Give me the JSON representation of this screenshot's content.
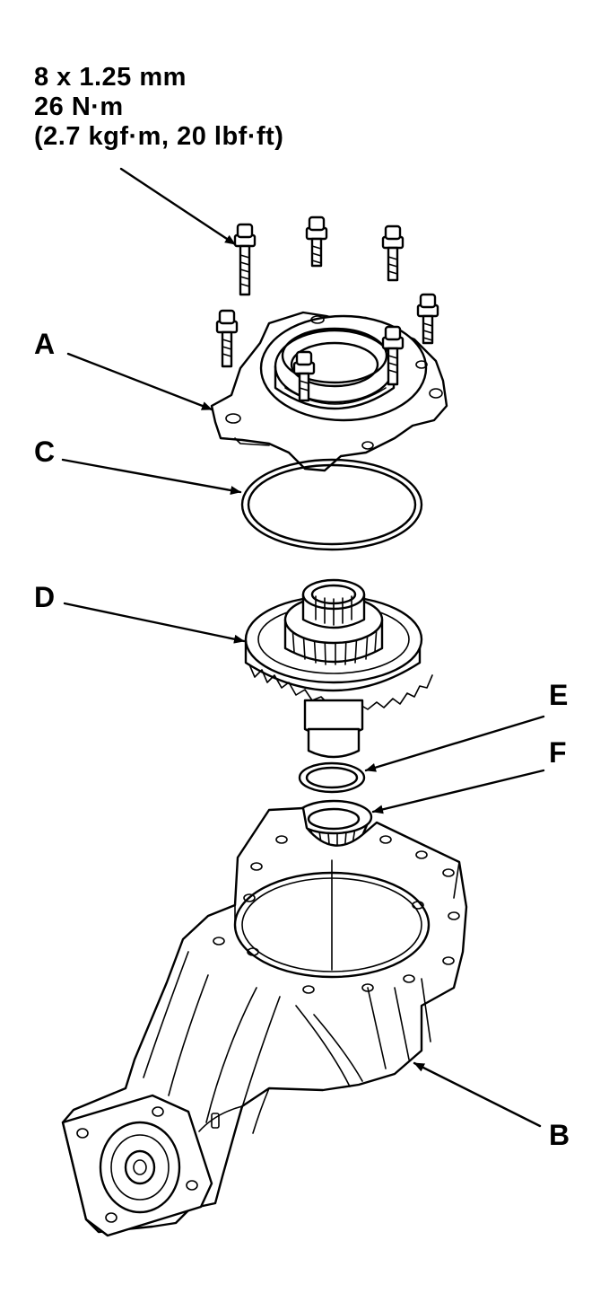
{
  "spec": {
    "line1": "8 x 1.25 mm",
    "line2": "26 N·m",
    "line3": "(2.7 kgf·m, 20 lbf·ft)"
  },
  "labels": {
    "a": "A",
    "b": "B",
    "c": "C",
    "d": "D",
    "e": "E",
    "f": "F"
  },
  "colors": {
    "line": "#000000",
    "background": "#ffffff"
  }
}
